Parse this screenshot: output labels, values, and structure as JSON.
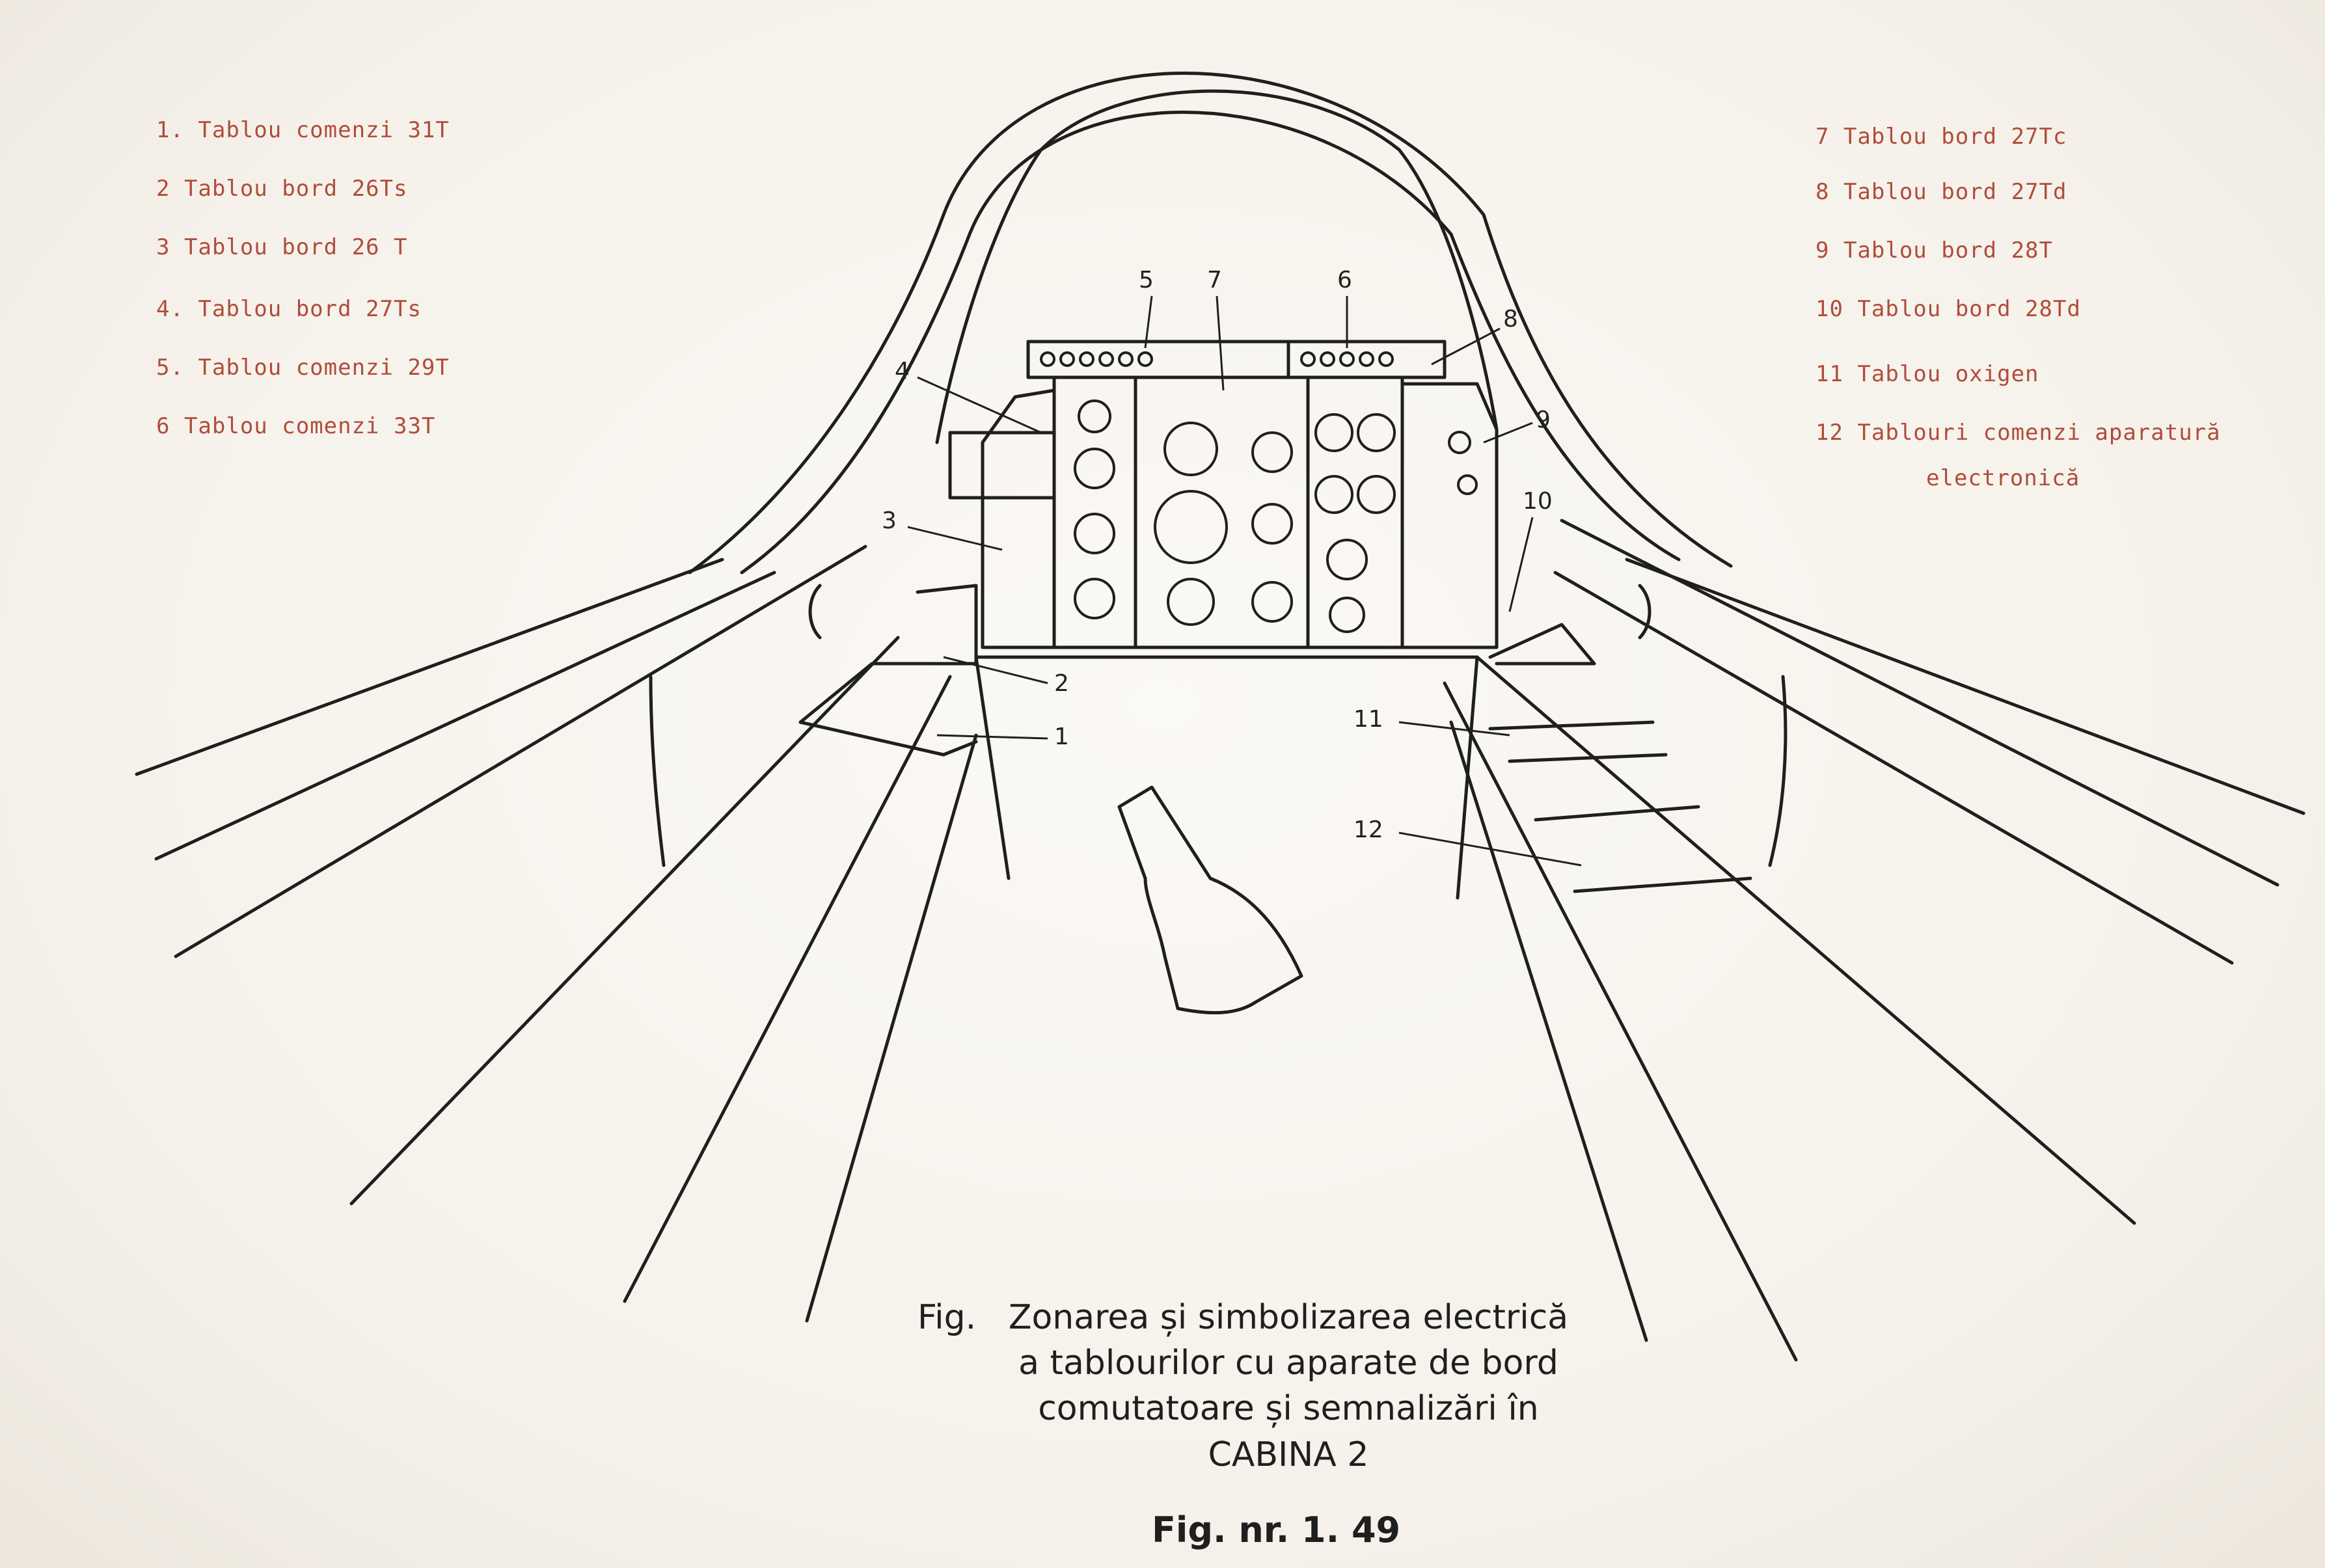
{
  "legend_left": [
    "1. Tablou comenzi 31T",
    "2 Tablou bord 26Ts",
    "3 Tablou bord 26 T",
    "4. Tablou bord 27Ts",
    "5. Tablou comenzi 29T",
    "6 Tablou comenzi 33T"
  ],
  "legend_right": [
    "7 Tablou bord 27Tc",
    "8 Tablou bord 27Td",
    "9 Tablou bord 28T",
    "10 Tablou bord 28Td",
    "11 Tablou oxigen",
    "12 Tablouri comenzi aparatură",
    "electronică"
  ],
  "callouts": [
    "1",
    "2",
    "3",
    "4",
    "5",
    "6",
    "7",
    "8",
    "9",
    "10",
    "11",
    "12"
  ],
  "caption": {
    "prefix": "Fig.",
    "lines": [
      "Zonarea și simbolizarea electrică",
      "a tablourilor cu aparate de bord",
      "comutatoare și semnalizări în",
      "CABINA 2"
    ]
  },
  "figure_number": "Fig. nr. 1. 49",
  "colors": {
    "paper": "#f6f3ee",
    "ink": "#1f1f1f",
    "legend_ink": "#b04c3a"
  }
}
